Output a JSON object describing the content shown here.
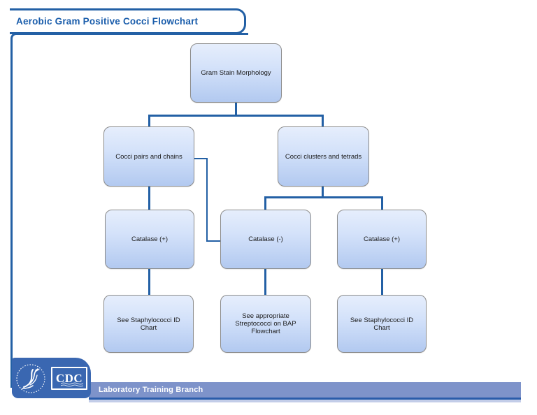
{
  "title": "Aerobic Gram Positive Cocci Flowchart",
  "colors": {
    "accent_border": "#2360a5",
    "title_text": "#1a5dab",
    "node_border": "#8c8c8c",
    "node_fill_top": "#e6eefc",
    "node_fill_bottom": "#b2c9f0",
    "connector": "#2360a5",
    "footer_bar_fill": "#7e93ca",
    "footer_bar_border": "#2a5caa",
    "cdc_block_fill": "#3a67b1"
  },
  "nodes": {
    "gram": {
      "label": "Gram Stain Morphology"
    },
    "pairs": {
      "label": "Cocci pairs and chains"
    },
    "clusters": {
      "label": "Cocci clusters and tetrads"
    },
    "catalase_pos_left": {
      "label": "Catalase (+)"
    },
    "catalase_neg": {
      "label": "Catalase (-)"
    },
    "catalase_pos_right": {
      "label": "Catalase (+)"
    },
    "staph_left": {
      "label": "See Staphylococci  ID Chart"
    },
    "strep": {
      "label": "See appropriate Streptococci on BAP Flowchart"
    },
    "staph_right": {
      "label": "See Staphylococci ID Chart"
    }
  },
  "edges": [
    "gram -> pairs",
    "gram -> clusters",
    "pairs -> catalase_pos_left",
    "pairs -> catalase_neg",
    "clusters -> catalase_neg",
    "clusters -> catalase_pos_right",
    "catalase_pos_left -> staph_left",
    "catalase_neg -> strep",
    "catalase_pos_right -> staph_right"
  ],
  "footer": {
    "cdc_wordmark": "CDC",
    "branch_label": "Laboratory Training Branch"
  }
}
